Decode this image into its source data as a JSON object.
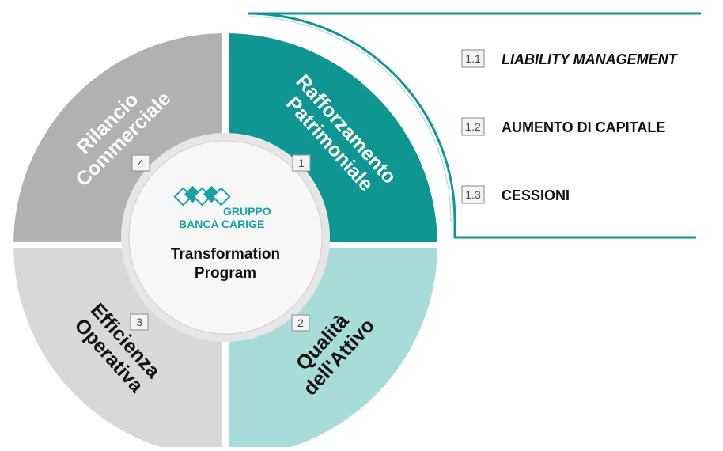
{
  "center": {
    "logo_line1": "GRUPPO",
    "logo_line2": "BANCA CARIGE",
    "title_line1": "Transformation",
    "title_line2": "Program"
  },
  "segments": [
    {
      "number": "1",
      "line1": "Rafforzamento",
      "line2": "Patrimoniale",
      "color": "#0f9693",
      "text_color": "#ffffff"
    },
    {
      "number": "2",
      "line1": "Qualità",
      "line2": "dell'Attivo",
      "color": "#a8dcdb",
      "text_color": "#111111"
    },
    {
      "number": "3",
      "line1": "Efficienza",
      "line2": "Operativa",
      "color": "#d8d8d8",
      "text_color": "#111111"
    },
    {
      "number": "4",
      "line1": "Rilancio",
      "line2": "Commerciale",
      "color": "#b1b1b1",
      "text_color": "#ffffff"
    }
  ],
  "items": [
    {
      "number": "1.1",
      "label": "LIABILITY MANAGEMENT",
      "italic": true
    },
    {
      "number": "1.2",
      "label": "AUMENTO DI CAPITALE",
      "italic": false
    },
    {
      "number": "1.3",
      "label": "CESSIONI",
      "italic": false
    }
  ],
  "colors": {
    "accent": "#0f9693",
    "logo_teal": "#17a2a0",
    "badge_border": "#9a9a9a",
    "badge_fill": "#f4f4f4"
  }
}
